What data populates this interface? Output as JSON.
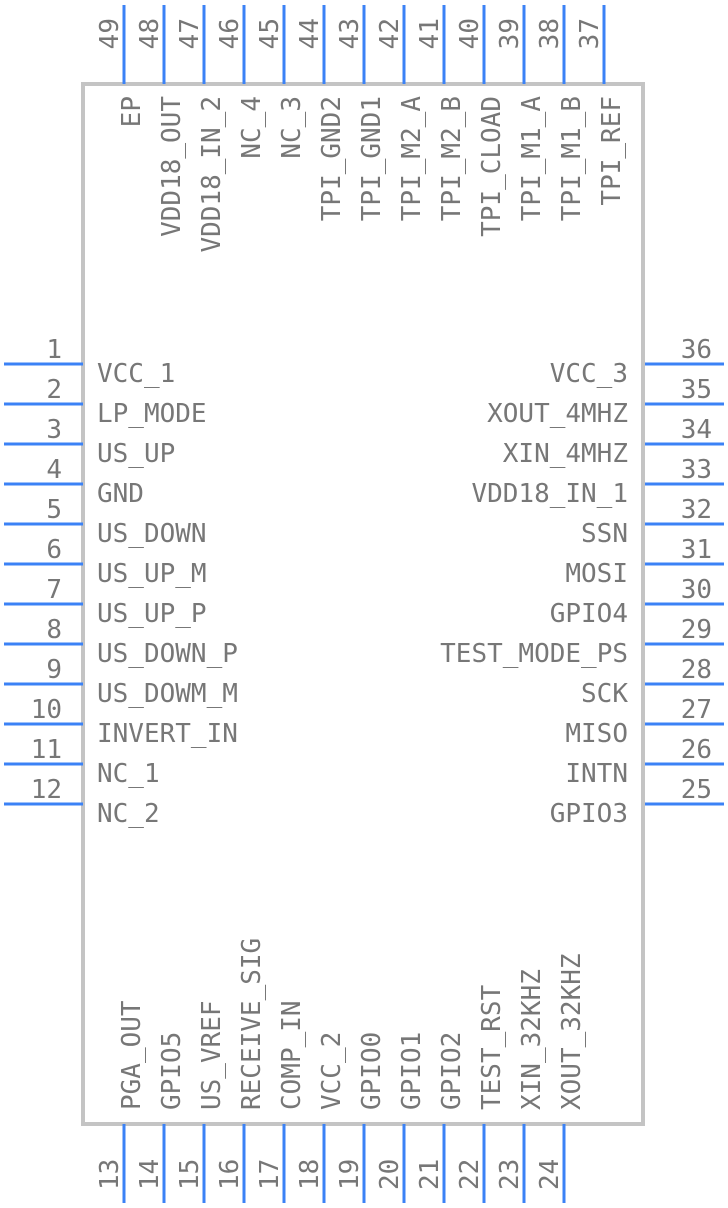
{
  "component": {
    "left_pins": [
      {
        "num": "1",
        "name": "VCC_1"
      },
      {
        "num": "2",
        "name": "LP_MODE"
      },
      {
        "num": "3",
        "name": "US_UP"
      },
      {
        "num": "4",
        "name": "GND"
      },
      {
        "num": "5",
        "name": "US_DOWN"
      },
      {
        "num": "6",
        "name": "US_UP_M"
      },
      {
        "num": "7",
        "name": "US_UP_P"
      },
      {
        "num": "8",
        "name": "US_DOWN_P"
      },
      {
        "num": "9",
        "name": "US_DOWM_M"
      },
      {
        "num": "10",
        "name": "INVERT_IN"
      },
      {
        "num": "11",
        "name": "NC_1"
      },
      {
        "num": "12",
        "name": "NC_2"
      }
    ],
    "right_pins": [
      {
        "num": "36",
        "name": "VCC_3"
      },
      {
        "num": "35",
        "name": "XOUT_4MHZ"
      },
      {
        "num": "34",
        "name": "XIN_4MHZ"
      },
      {
        "num": "33",
        "name": "VDD18_IN_1"
      },
      {
        "num": "32",
        "name": "SSN"
      },
      {
        "num": "31",
        "name": "MOSI"
      },
      {
        "num": "30",
        "name": "GPIO4"
      },
      {
        "num": "29",
        "name": "TEST_MODE_PS"
      },
      {
        "num": "28",
        "name": "SCK"
      },
      {
        "num": "27",
        "name": "MISO"
      },
      {
        "num": "26",
        "name": "INTN"
      },
      {
        "num": "25",
        "name": "GPIO3"
      }
    ],
    "bottom_pins": [
      {
        "num": "13",
        "name": "PGA_OUT"
      },
      {
        "num": "14",
        "name": "GPIO5"
      },
      {
        "num": "15",
        "name": "US_VREF"
      },
      {
        "num": "16",
        "name": "RECEIVE_SIG"
      },
      {
        "num": "17",
        "name": "COMP_IN"
      },
      {
        "num": "18",
        "name": "VCC_2"
      },
      {
        "num": "19",
        "name": "GPIO0"
      },
      {
        "num": "20",
        "name": "GPIO1"
      },
      {
        "num": "21",
        "name": "GPIO2"
      },
      {
        "num": "22",
        "name": "TEST_RST"
      },
      {
        "num": "23",
        "name": "XIN_32KHZ"
      },
      {
        "num": "24",
        "name": "XOUT_32KHZ"
      }
    ],
    "top_pins": [
      {
        "num": "49",
        "name": "EP"
      },
      {
        "num": "48",
        "name": "VDD18_OUT"
      },
      {
        "num": "47",
        "name": "VDD18_IN_2"
      },
      {
        "num": "46",
        "name": "NC_4"
      },
      {
        "num": "45",
        "name": "NC_3"
      },
      {
        "num": "44",
        "name": "TPI_GND2"
      },
      {
        "num": "43",
        "name": "TPI_GND1"
      },
      {
        "num": "42",
        "name": "TPI_M2_A"
      },
      {
        "num": "41",
        "name": "TPI_M2_B"
      },
      {
        "num": "40",
        "name": "TPI_CLOAD"
      },
      {
        "num": "39",
        "name": "TPI_M1_A"
      },
      {
        "num": "38",
        "name": "TPI_M1_B"
      },
      {
        "num": "37",
        "name": "TPI_REF"
      }
    ],
    "colors": {
      "pin": "#3b82f6",
      "body_outline": "#c4c4c4",
      "text": "#777777"
    }
  }
}
